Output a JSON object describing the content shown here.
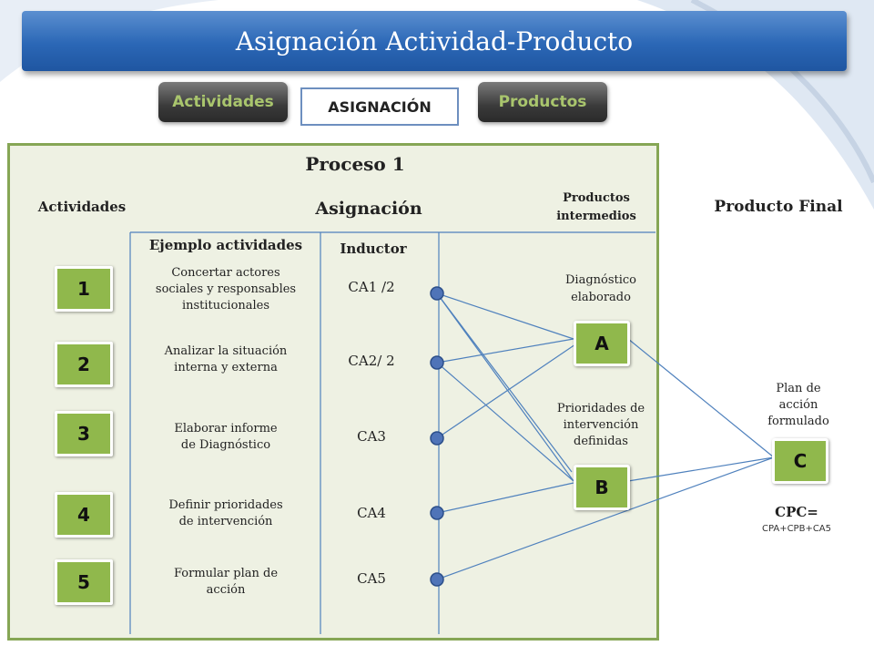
{
  "title": "Asignación Actividad-Producto",
  "tabs": {
    "actividades": "Actividades",
    "asignacion": "ASIGNACIÓN",
    "productos": "Productos"
  },
  "panel": {
    "proceso": "Proceso 1",
    "actividades_header": "Actividades",
    "asignacion_header": "Asignación",
    "productos_intermedios": [
      "Productos",
      "intermedios"
    ],
    "ejemplo_header": "Ejemplo actividades",
    "inductor_header": "Inductor"
  },
  "producto_final_header": "Producto Final",
  "activities": [
    {
      "num": "1",
      "text": [
        "Concertar actores",
        "sociales y responsables",
        "institucionales"
      ],
      "inductor": "CA1 /2"
    },
    {
      "num": "2",
      "text": [
        "Analizar la situación",
        "interna y externa"
      ],
      "inductor": "CA2/ 2"
    },
    {
      "num": "3",
      "text": [
        "Elaborar informe",
        "de Diagnóstico"
      ],
      "inductor": "CA3"
    },
    {
      "num": "4",
      "text": [
        "Definir prioridades",
        "de intervención"
      ],
      "inductor": "CA4"
    },
    {
      "num": "5",
      "text": [
        "Formular plan de",
        "acción"
      ],
      "inductor": "CA5"
    }
  ],
  "products": {
    "A": {
      "label": "A",
      "caption": [
        "Diagnóstico",
        "elaborado"
      ]
    },
    "B": {
      "label": "B",
      "caption": [
        "Prioridades de",
        "intervención",
        "definidas"
      ]
    },
    "C": {
      "label": "C",
      "caption": [
        "Plan de",
        "acción",
        "formulado"
      ]
    }
  },
  "formula": {
    "label": "CPC=",
    "expression": "CPA+CPB+CA5"
  },
  "colors": {
    "title_bar": "#2b67b6",
    "panel_bg": "#eef1e3",
    "panel_border": "#86a655",
    "box_green": "#90b84c",
    "connector": "#4f81bd",
    "node": "#4f74b8"
  }
}
